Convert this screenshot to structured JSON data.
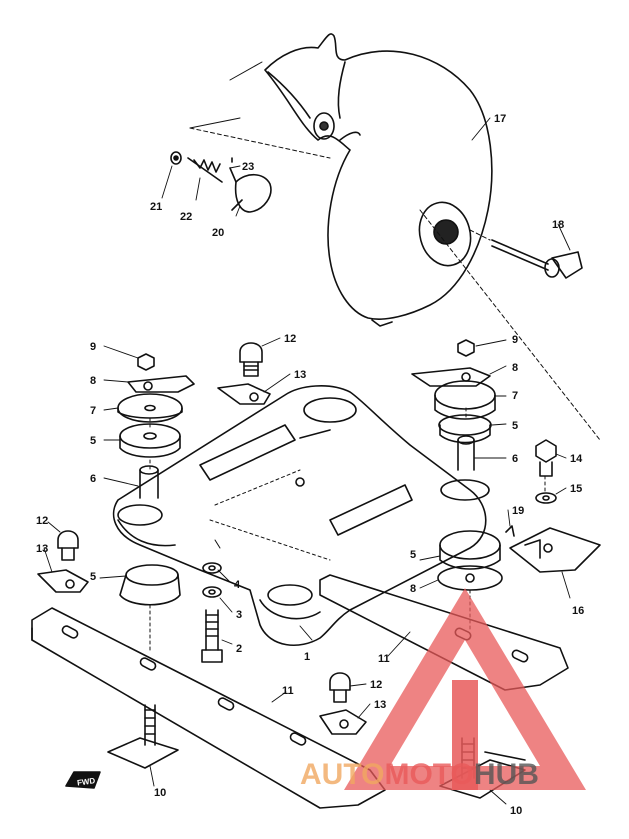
{
  "diagram": {
    "labels": {
      "p1": "1",
      "p2": "2",
      "p3": "3",
      "p4": "4",
      "p5": "5",
      "p6": "6",
      "p7": "7",
      "p8": "8",
      "p9": "9",
      "p10": "10",
      "p11": "11",
      "p12": "12",
      "p13": "13",
      "p14": "14",
      "p15": "15",
      "p16": "16",
      "p17": "17",
      "p18": "18",
      "p19": "19",
      "p20": "20",
      "p21": "21",
      "p22": "22",
      "p23": "23"
    },
    "fwd_marker": "FWD"
  },
  "watermark": {
    "part1": "AUTO",
    "part2": "MOTO",
    "part3": "HUB",
    "colors": {
      "orange": "#f0a860",
      "red": "#e85a5a",
      "dark": "#555555"
    }
  }
}
